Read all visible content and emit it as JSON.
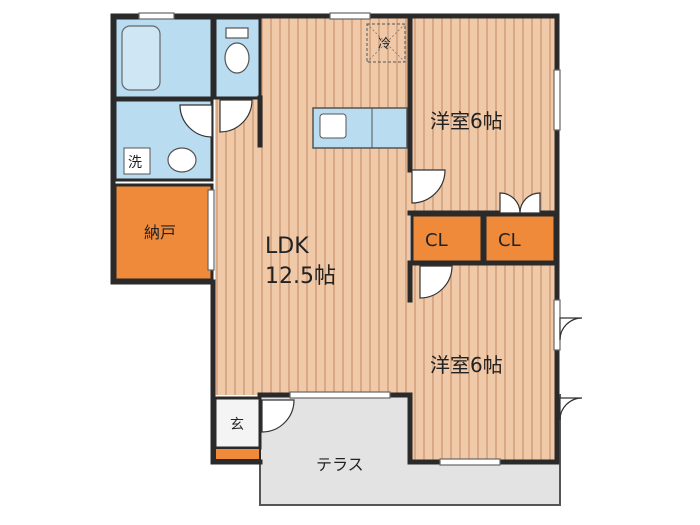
{
  "rooms": {
    "ldk_name": "LDK",
    "ldk_size": "12.5帖",
    "bedroom_top": "洋室6帖",
    "bedroom_bottom": "洋室6帖",
    "storage": "納戸",
    "closet_left": "CL",
    "closet_right": "CL",
    "laundry": "洗",
    "entrance": "玄",
    "terrace": "テラス",
    "fridge": "冷"
  },
  "colors": {
    "wood_floor": "#f0c9a9",
    "wood_stripe": "#d9a884",
    "orange_storage": "#ef8a3a",
    "wet_area_blue": "#b9dcf1",
    "wall": "#2a2a2a",
    "terrace_gray": "#e3e3e3"
  }
}
